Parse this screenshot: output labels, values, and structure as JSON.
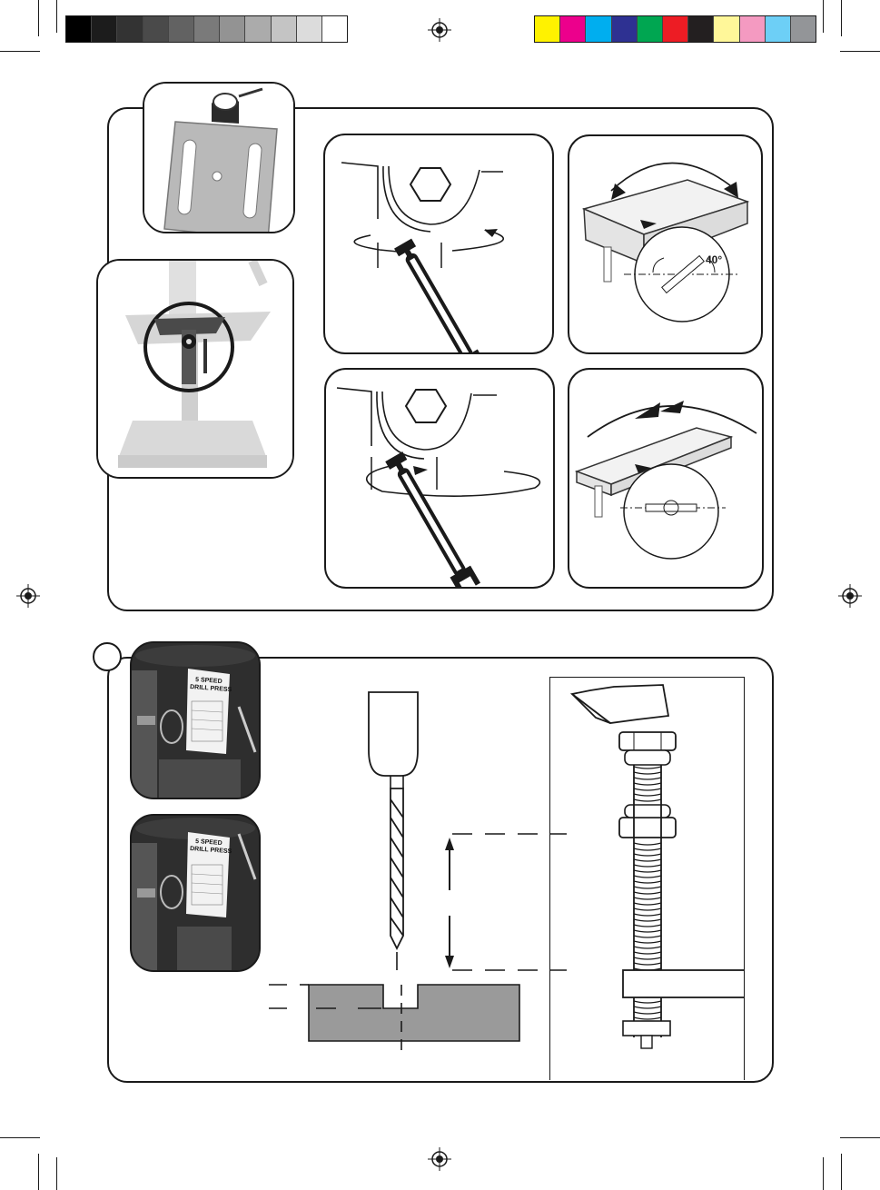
{
  "colors": {
    "grayscale_bar": [
      "#000000",
      "#1c1c1c",
      "#333333",
      "#4a4a4a",
      "#626262",
      "#7a7a7a",
      "#939393",
      "#ababab",
      "#c4c4c4",
      "#dcdcdc",
      "#ffffff"
    ],
    "process_bar": [
      "#fff200",
      "#ec008c",
      "#00aeef",
      "#2e3192",
      "#00a651",
      "#ed1c24",
      "#231f20",
      "#fff799",
      "#f49ac1",
      "#6dcff6",
      "#939598"
    ],
    "ink": "#1a1a1a",
    "table_gray": "#9a9a9a"
  },
  "icons": [
    "registration-mark-icon",
    "wrench-icon",
    "hex-nut-icon",
    "rotation-arrow-icon",
    "drill-bit-icon",
    "depth-stop-rod-icon"
  ],
  "tilt_angle_label": "40°",
  "drill_label_top": {
    "title_line1": "5 SPEED",
    "title_line2": "DRILL PRESS"
  },
  "drill_label_bottom": {
    "title_line1": "5 SPEED",
    "title_line2": "DRILL PRESS"
  }
}
